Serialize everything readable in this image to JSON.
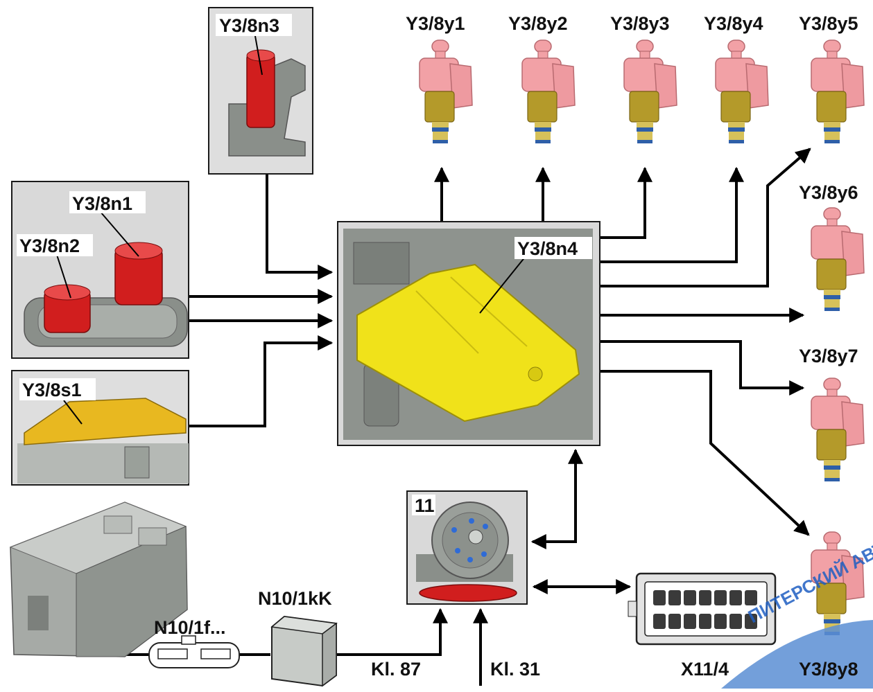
{
  "labels": {
    "y3_8n3": "Y3/8n3",
    "y3_8n1": "Y3/8n1",
    "y3_8n2": "Y3/8n2",
    "y3_8s1": "Y3/8s1",
    "y3_8n4": "Y3/8n4",
    "y3_8y1": "Y3/8y1",
    "y3_8y2": "Y3/8y2",
    "y3_8y3": "Y3/8y3",
    "y3_8y4": "Y3/8y4",
    "y3_8y5": "Y3/8y5",
    "y3_8y6": "Y3/8y6",
    "y3_8y7": "Y3/8y7",
    "y3_8y8": "Y3/8y8",
    "item_11": "11",
    "n10_1kk": "N10/1kK",
    "n10_1f": "N10/1f...",
    "kl87": "Kl. 87",
    "kl31": "Kl. 31",
    "x11_4": "X11/4"
  },
  "watermark": {
    "text": "ПИТЕРСКИЙ АВТОМС"
  },
  "colors": {
    "solenoid_cap": "#f2a1a6",
    "solenoid_body": "#b49a2a",
    "solenoid_ring": "#2e5fa8",
    "sensor_red": "#d11e1e",
    "control_plate": "#f0e21a",
    "switch_yellow": "#e8b820",
    "housing_gray": "#8a8f8a",
    "watermark_blue": "#5b8fd4"
  }
}
